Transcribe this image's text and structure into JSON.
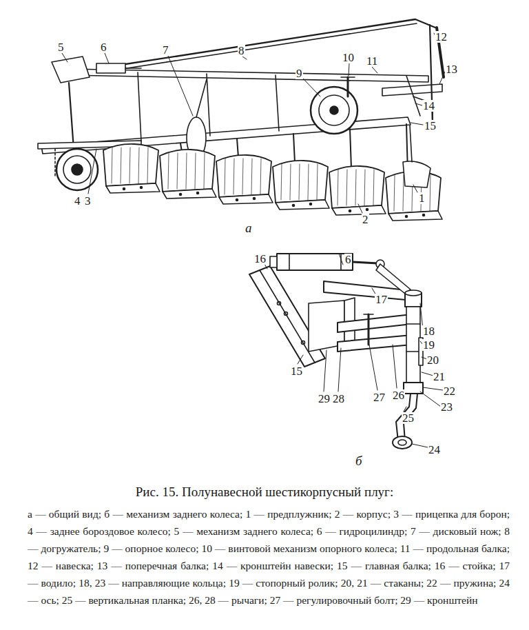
{
  "diagram": {
    "caption": "Рис. 15. Полунавесной шестикорпусный плуг:",
    "labels": [
      "1",
      "2",
      "3",
      "4",
      "5",
      "6",
      "7",
      "8",
      "9",
      "10",
      "11",
      "12",
      "13",
      "14",
      "15",
      "а",
      "16",
      "6",
      "17",
      "18",
      "19",
      "20",
      "21",
      "22",
      "23",
      "24",
      "25",
      "15",
      "29",
      "28",
      "27",
      "26",
      "б",
      "а — общий вид; б — механизм заднего колеса; 1 — предплужник; 2 — корпус; 3 — прицепка для борон; 4 — заднее бороздовое колесо; 5 — механизм заднего колеса; 6 — гидроцилиндр; 7 — дисковый нож; 8 — догружатель; 9 — опорное колесо; 10 — винтовой механизм опорного колеса; 11 — продольная балка; 12 — навеска; 13 — поперечная балка; 14 — кронштейн навески; 15 — главная балка; 16 — стойка; 17 — водило; 18, 23 — направляющие кольца; 19 — стопорный ролик; 20, 21 — стаканы; 22 — пружина; 24 — ось; 25 — вертикальная планка; 26, 28 — рычаги; 27 — регулировочный болт; 29 — кронштейн"
    ]
  }
}
